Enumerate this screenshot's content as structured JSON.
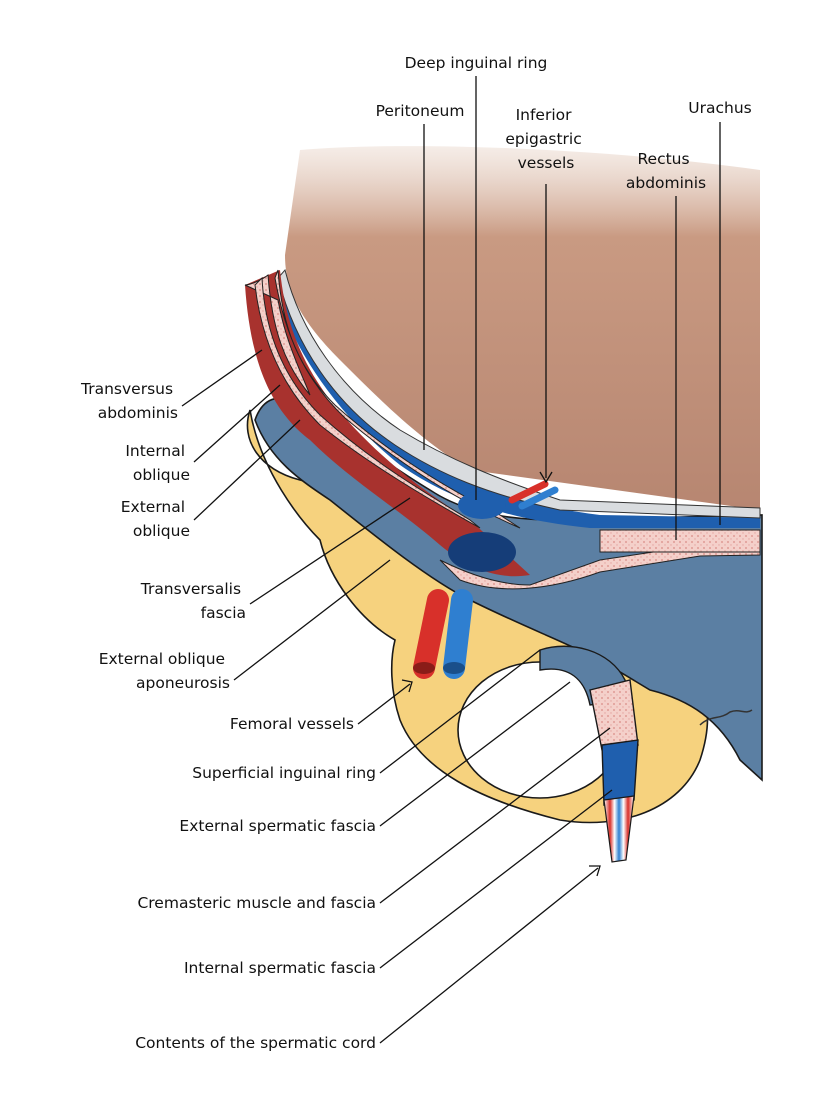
{
  "labels": {
    "deep_inguinal_ring": "Deep inguinal ring",
    "peritoneum": "Peritoneum",
    "inferior_epigastric": [
      "Inferior",
      "epigastric",
      "vessels"
    ],
    "urachus": "Urachus",
    "rectus_abdominis": [
      "Rectus",
      "abdominis"
    ],
    "transversus_abdominis": [
      "Transversus",
      "abdominis"
    ],
    "internal_oblique": [
      "Internal",
      "oblique"
    ],
    "external_oblique": [
      "External",
      "oblique"
    ],
    "transversalis_fascia": [
      "Transversalis",
      "fascia"
    ],
    "external_oblique_aponeurosis": [
      "External oblique",
      "aponeurosis"
    ],
    "femoral_vessels": "Femoral vessels",
    "superficial_inguinal_ring": "Superficial inguinal ring",
    "external_spermatic_fascia": "External spermatic fascia",
    "cremasteric_muscle": "Cremasteric muscle and fascia",
    "internal_spermatic_fascia": "Internal spermatic fascia",
    "contents_spermatic_cord": "Contents of the spermatic cord"
  },
  "colors": {
    "peritoneal_cavity": "#b98a72",
    "aponeurosis_blue": "#5b7fa3",
    "deep_blue": "#1f5fae",
    "muscle_red": "#a8322e",
    "fascia_pink": "#f2c9c4",
    "bone_yellow": "#f6d27e",
    "peritoneum_grey": "#d9dcdf",
    "artery_red": "#d8302a",
    "vein_blue": "#2f7fd0"
  }
}
